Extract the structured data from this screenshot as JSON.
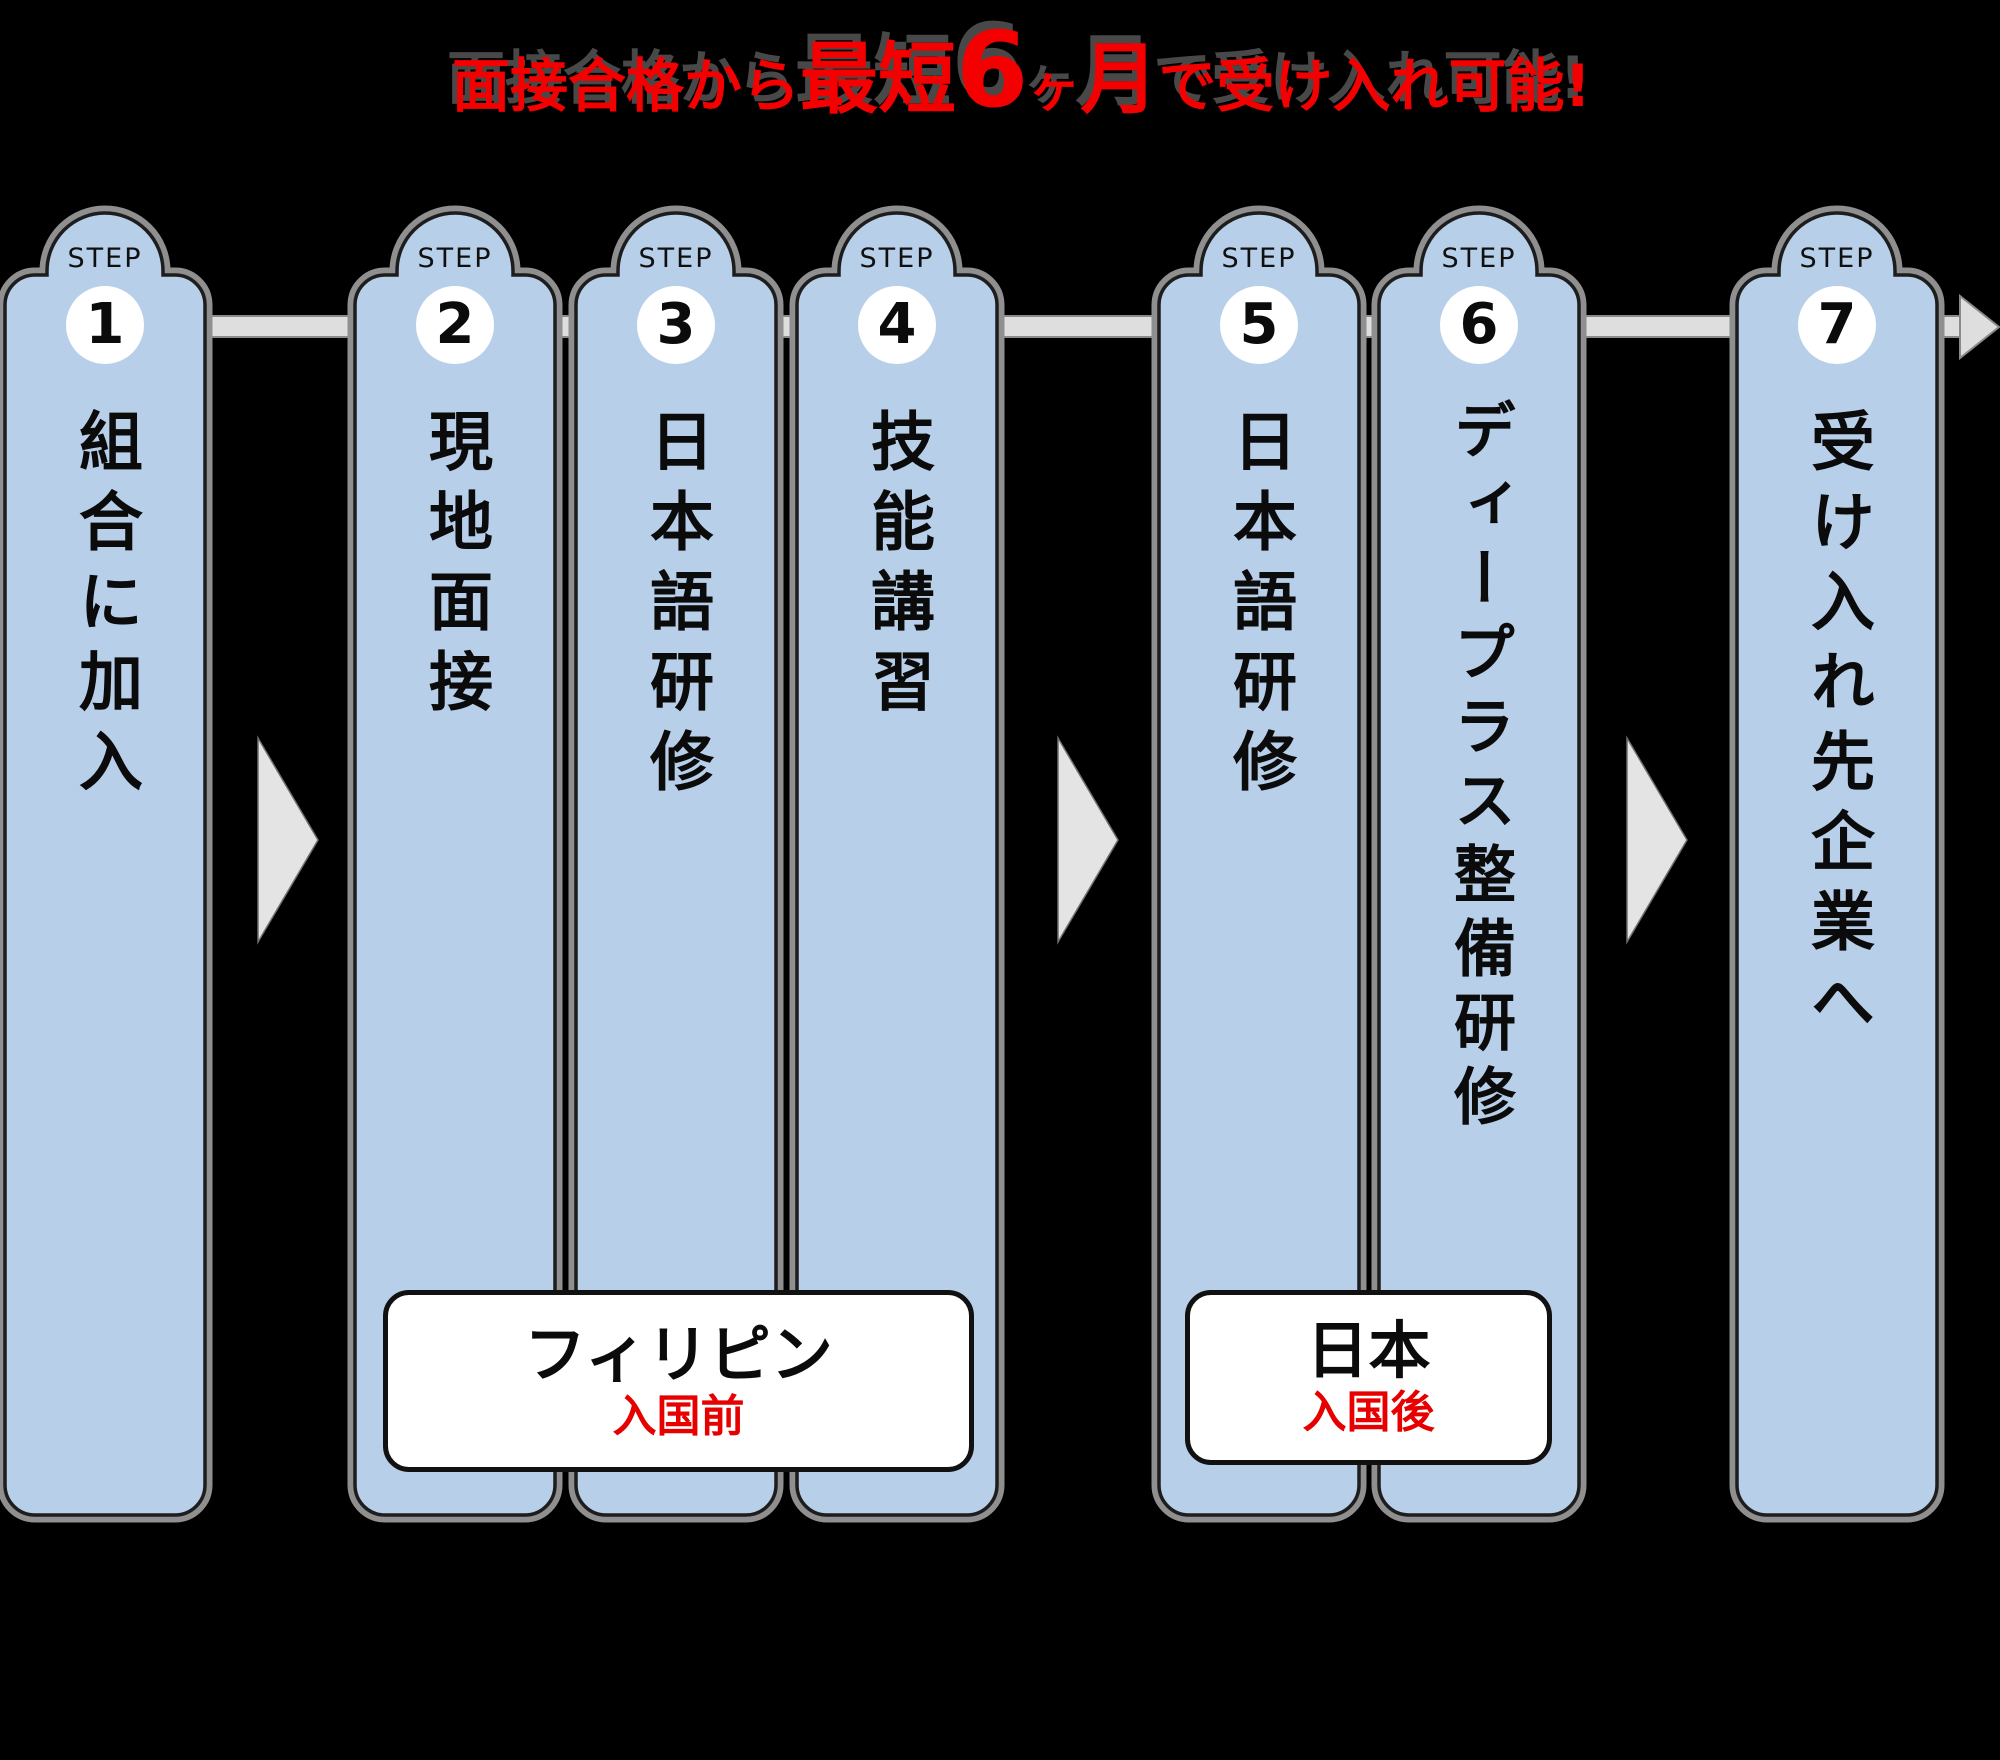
{
  "title": {
    "pre": "面接合格から",
    "emph": "最短",
    "num": "6",
    "counter": "ヶ",
    "month": "月",
    "post": "で受け入れ可能!"
  },
  "step_word": "STEP",
  "steps": [
    {
      "number": "1",
      "label": "組合に加入"
    },
    {
      "number": "2",
      "label": "現地面接"
    },
    {
      "number": "3",
      "label": "日本語研修"
    },
    {
      "number": "4",
      "label": "技能講習"
    },
    {
      "number": "5",
      "label": "日本語研修"
    },
    {
      "number": "6",
      "label": "ディープラス整備研修"
    },
    {
      "number": "7",
      "label": "受け入れ先企業へ"
    }
  ],
  "locations": [
    {
      "name": "フィリピン",
      "sub": "入国前"
    },
    {
      "name": "日本",
      "sub": "入国後"
    }
  ],
  "colors": {
    "column_fill": "#b8cfe9",
    "column_border": "#1d1d1d",
    "column_outline_gray": "#8f8f8f",
    "timeline_gray": "#dedede",
    "triangle_gray": "#e4e4e4",
    "headline_red": "#f40000",
    "sub_label_red": "#e60000",
    "badge_bg": "#ffffff",
    "text_black": "#0b0b0b",
    "label_box_bg": "#ffffff",
    "label_box_border": "#111111"
  }
}
